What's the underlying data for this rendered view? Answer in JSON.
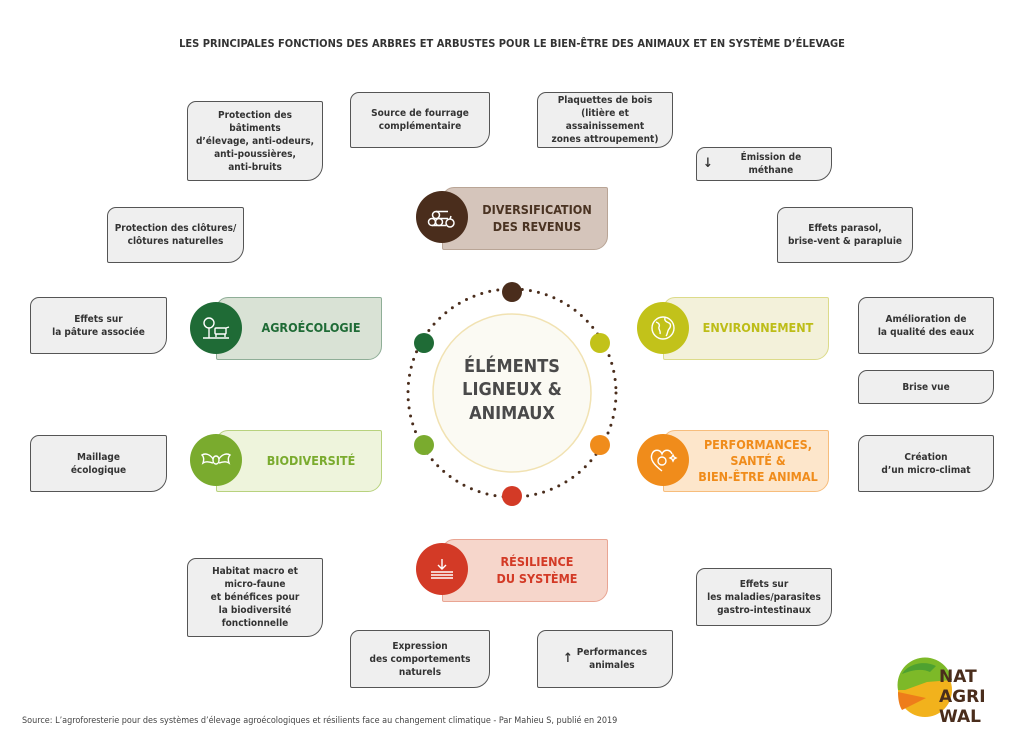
{
  "title": "LES PRINCIPALES FONCTIONS DES ARBRES ET ARBUSTES POUR LE BIEN-ÊTRE DES ANIMAUX ET EN SYSTÈME D’ÉLEVAGE",
  "center": {
    "label": "ÉLÉMENTS\nLIGNEUX &\nANIMAUX"
  },
  "categories": [
    {
      "label": "DIVERSIFICATION\nDES REVENUS",
      "color": "#4a2d1c",
      "icon": "logs-apple-icon"
    },
    {
      "label": "AGROÉCOLOGIE",
      "color": "#1f6b36",
      "icon": "tree-cow-icon"
    },
    {
      "label": "BIODIVERSITÉ",
      "color": "#7aab2e",
      "icon": "bat-icon"
    },
    {
      "label": "ENVIRONNEMENT",
      "color": "#c2c21a",
      "icon": "globe-icon"
    },
    {
      "label": "PERFORMANCES,\nSANTÉ &\nBIEN-ÊTRE ANIMAL",
      "color": "#f08c1b",
      "icon": "heart-cow-icon"
    },
    {
      "label": "RÉSILIENCE\nDU SYSTÈME",
      "color": "#d33a26",
      "icon": "layers-arrow-icon"
    }
  ],
  "functions": [
    {
      "text": "Protection des bâtiments\nd’élevage, anti-odeurs,\nanti-poussières,\nanti-bruits"
    },
    {
      "text": "Source de fourrage\ncomplémentaire"
    },
    {
      "text": "Plaquettes de bois\n(litière et assainissement\nzones attroupement)"
    },
    {
      "text": "Émission de méthane",
      "arrow": "↓"
    },
    {
      "text": "Protection des clôtures/\nclôtures naturelles"
    },
    {
      "text": "Effets parasol,\nbrise-vent & parapluie"
    },
    {
      "text": "Effets sur\nla pâture associée"
    },
    {
      "text": "Amélioration de\nla qualité des eaux"
    },
    {
      "text": "Brise vue"
    },
    {
      "text": "Maillage\nécologique"
    },
    {
      "text": "Création\nd’un micro-climat"
    },
    {
      "text": "Habitat macro et\nmicro-faune\net bénéfices pour\nla biodiversité fonctionnelle"
    },
    {
      "text": "Effets sur\nles maladies/parasites\ngastro-intestinaux"
    },
    {
      "text": "Expression\ndes comportements\nnaturels"
    },
    {
      "text": "Performances\nanimales",
      "arrow": "↑"
    }
  ],
  "source": "Source: L’agroforesterie pour des systèmes d’élevage agroécologiques et résilients face au changement climatique - Par Mahieu S, publié en 2019",
  "logo": {
    "text": "NAT AGRI WAL"
  }
}
